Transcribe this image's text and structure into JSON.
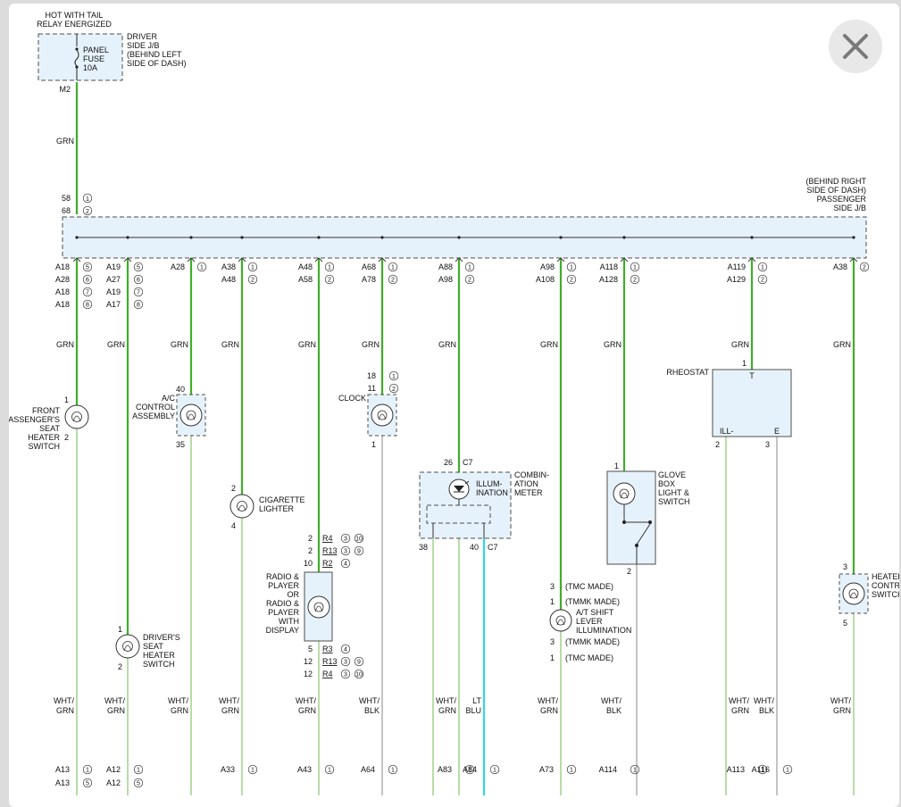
{
  "colors": {
    "grn": "#3fae29",
    "wht_grn": "#b8dca8",
    "wht_blk": "#c4c4c4",
    "lt_blu": "#27dbe6",
    "box_fill": "#e6f2fb",
    "box_stroke": "#4d4d4d"
  },
  "header": {
    "relay": [
      "HOT WITH TAIL",
      "RELAY ENERGIZED"
    ],
    "fuse": [
      "PANEL",
      "FUSE",
      "10A"
    ],
    "driver_jb": [
      "DRIVER",
      "SIDE J/B",
      "(BEHIND LEFT",
      "SIDE OF DASH)"
    ],
    "m2": "M2",
    "wire_grn": "GRN",
    "pin58": "58",
    "pin68": "68",
    "c1": "1",
    "c2": "2",
    "passenger_jb": [
      "(BEHIND RIGHT",
      "SIDE OF DASH)",
      "PASSENGER",
      "SIDE J/B"
    ]
  },
  "branches": [
    {
      "top": [
        [
          "A18",
          "5"
        ],
        [
          "A28",
          "6"
        ],
        [
          "A18",
          "7"
        ],
        [
          "A18",
          "8"
        ]
      ],
      "wire_top": "GRN",
      "wire_bot": [
        "WHT/",
        "GRN"
      ],
      "bottom": [
        [
          "A13",
          "1"
        ],
        [
          "A13",
          "5"
        ]
      ]
    },
    {
      "top": [
        [
          "A19",
          "5"
        ],
        [
          "A27",
          "6"
        ],
        [
          "A19",
          "7"
        ],
        [
          "A17",
          "8"
        ]
      ],
      "wire_top": "GRN",
      "wire_bot": [
        "WHT/",
        "GRN"
      ],
      "bottom": [
        [
          "A12",
          "1"
        ],
        [
          "A12",
          "5"
        ]
      ]
    },
    {
      "top": [
        [
          "A28",
          "1"
        ]
      ],
      "wire_top": "GRN",
      "wire_bot": [
        "WHT/",
        "GRN"
      ],
      "bottom": []
    },
    {
      "top": [
        [
          "A38",
          "1"
        ],
        [
          "A48",
          "2"
        ]
      ],
      "wire_top": "GRN",
      "wire_bot": [
        "WHT/",
        "GRN"
      ],
      "bottom": [
        [
          "A33",
          "1"
        ]
      ]
    },
    {
      "top": [
        [
          "A48",
          "1"
        ],
        [
          "A58",
          "2"
        ]
      ],
      "wire_top": "GRN",
      "wire_bot": [
        "WHT/",
        "GRN"
      ],
      "bottom": [
        [
          "A43",
          "1"
        ]
      ]
    },
    {
      "top": [
        [
          "A68",
          "1"
        ],
        [
          "A78",
          "2"
        ]
      ],
      "wire_top": "GRN",
      "wire_bot": [
        "WHT/",
        "BLK"
      ],
      "bottom": [
        [
          "A64",
          "1"
        ]
      ]
    },
    {
      "top": [
        [
          "A88",
          "1"
        ],
        [
          "A98",
          "2"
        ]
      ],
      "wire_top": "GRN",
      "wire_bot": [
        "WHT/",
        "GRN"
      ],
      "bottom": [
        [
          "A83",
          "1"
        ]
      ]
    },
    {
      "top": [],
      "wire_top": "",
      "wire_bot": [
        "LT",
        "BLU"
      ],
      "bottom": [
        [
          "A84",
          "1"
        ]
      ]
    },
    {
      "top": [
        [
          "A98",
          "1"
        ],
        [
          "A108",
          "2"
        ]
      ],
      "wire_top": "GRN",
      "wire_bot": [
        "WHT/",
        "GRN"
      ],
      "bottom": [
        [
          "A73",
          "1"
        ]
      ]
    },
    {
      "top": [
        [
          "A118",
          "1"
        ],
        [
          "A128",
          "2"
        ]
      ],
      "wire_top": "GRN",
      "wire_bot": [
        "WHT/",
        "BLK"
      ],
      "bottom": [
        [
          "A114",
          "1"
        ]
      ]
    },
    {
      "top": [
        [
          "A119",
          "1"
        ],
        [
          "A129",
          "2"
        ]
      ],
      "wire_top": "GRN",
      "wire_bot": [
        "WHT/",
        "GRN"
      ],
      "bottom": [
        [
          "A113",
          "1"
        ]
      ]
    },
    {
      "top": [],
      "wire_top": "",
      "wire_bot": [
        "WHT/",
        "BLK"
      ],
      "bottom": [
        [
          "A116",
          "1"
        ]
      ]
    },
    {
      "top": [
        [
          "A38",
          "2"
        ]
      ],
      "wire_top": "GRN",
      "wire_bot": [
        "WHT/",
        "GRN"
      ],
      "bottom": []
    }
  ],
  "components": {
    "front_seat": {
      "label": [
        "FRONT",
        "PASSENGER'S",
        "SEAT",
        "HEATER",
        "SWITCH"
      ],
      "pin_top": "1",
      "pin_bot": "2"
    },
    "ac_control": {
      "label": [
        "A/C",
        "CONTROL",
        "ASSEMBLY"
      ],
      "pin_top": "40",
      "pin_bot": "35"
    },
    "clock": {
      "label": [
        "CLOCK"
      ],
      "pins_top": [
        [
          "18",
          "1"
        ],
        [
          "11",
          "2"
        ]
      ],
      "pin_bot": "1"
    },
    "cig_lighter": {
      "label": [
        "CIGARETTE",
        "LIGHTER"
      ],
      "pin_top": "2",
      "pin_bot": "4"
    },
    "radio": {
      "label": [
        "RADIO &",
        "PLAYER",
        "OR",
        "RADIO &",
        "PLAYER",
        "WITH",
        "DISPLAY"
      ],
      "pins_top": [
        [
          "2",
          "R4",
          "3",
          "10"
        ],
        [
          "2",
          "R13",
          "3",
          "9"
        ],
        [
          "10",
          "R2",
          "4",
          ""
        ]
      ],
      "pins_bot": [
        [
          "5",
          "R3",
          "4",
          ""
        ],
        [
          "12",
          "R13",
          "3",
          "9"
        ],
        [
          "12",
          "R4",
          "3",
          "10"
        ]
      ]
    },
    "combo": {
      "label": [
        "COMBIN-",
        "ATION",
        "METER"
      ],
      "illum": [
        "ILLUM-",
        "INATION"
      ],
      "pin_top": "26",
      "conn_top": "C7",
      "pin_b1": "38",
      "pin_b2": "40",
      "conn_b2": "C7"
    },
    "at_shift": {
      "label": [
        "A/T SHIFT",
        "LEVER",
        "ILLUMINATION"
      ],
      "notes": [
        [
          "3",
          "(TMC MADE)"
        ],
        [
          "1",
          "(TMMK MADE)"
        ],
        [
          "3",
          "(TMMK MADE)"
        ],
        [
          "1",
          "(TMC MADE)"
        ]
      ]
    },
    "glove_box": {
      "label": [
        "GLOVE",
        "BOX",
        "LIGHT &",
        "SWITCH"
      ],
      "pin_top": "1",
      "pin_bot": "2"
    },
    "rheostat": {
      "label": "RHEOSTAT",
      "t": "T",
      "ill": "ILL-",
      "e": "E",
      "pin_top": "1",
      "pin_b1": "2",
      "pin_b2": "3"
    },
    "drivers_seat": {
      "label": [
        "DRIVER'S",
        "SEAT",
        "HEATER",
        "SWITCH"
      ],
      "pin_top": "1",
      "pin_bot": "2"
    },
    "heater_control": {
      "label": [
        "HEATER",
        "CONTROL",
        "SWITCH"
      ],
      "pin_top": "3",
      "pin_bot": "5"
    }
  },
  "close_icon": "close-icon"
}
